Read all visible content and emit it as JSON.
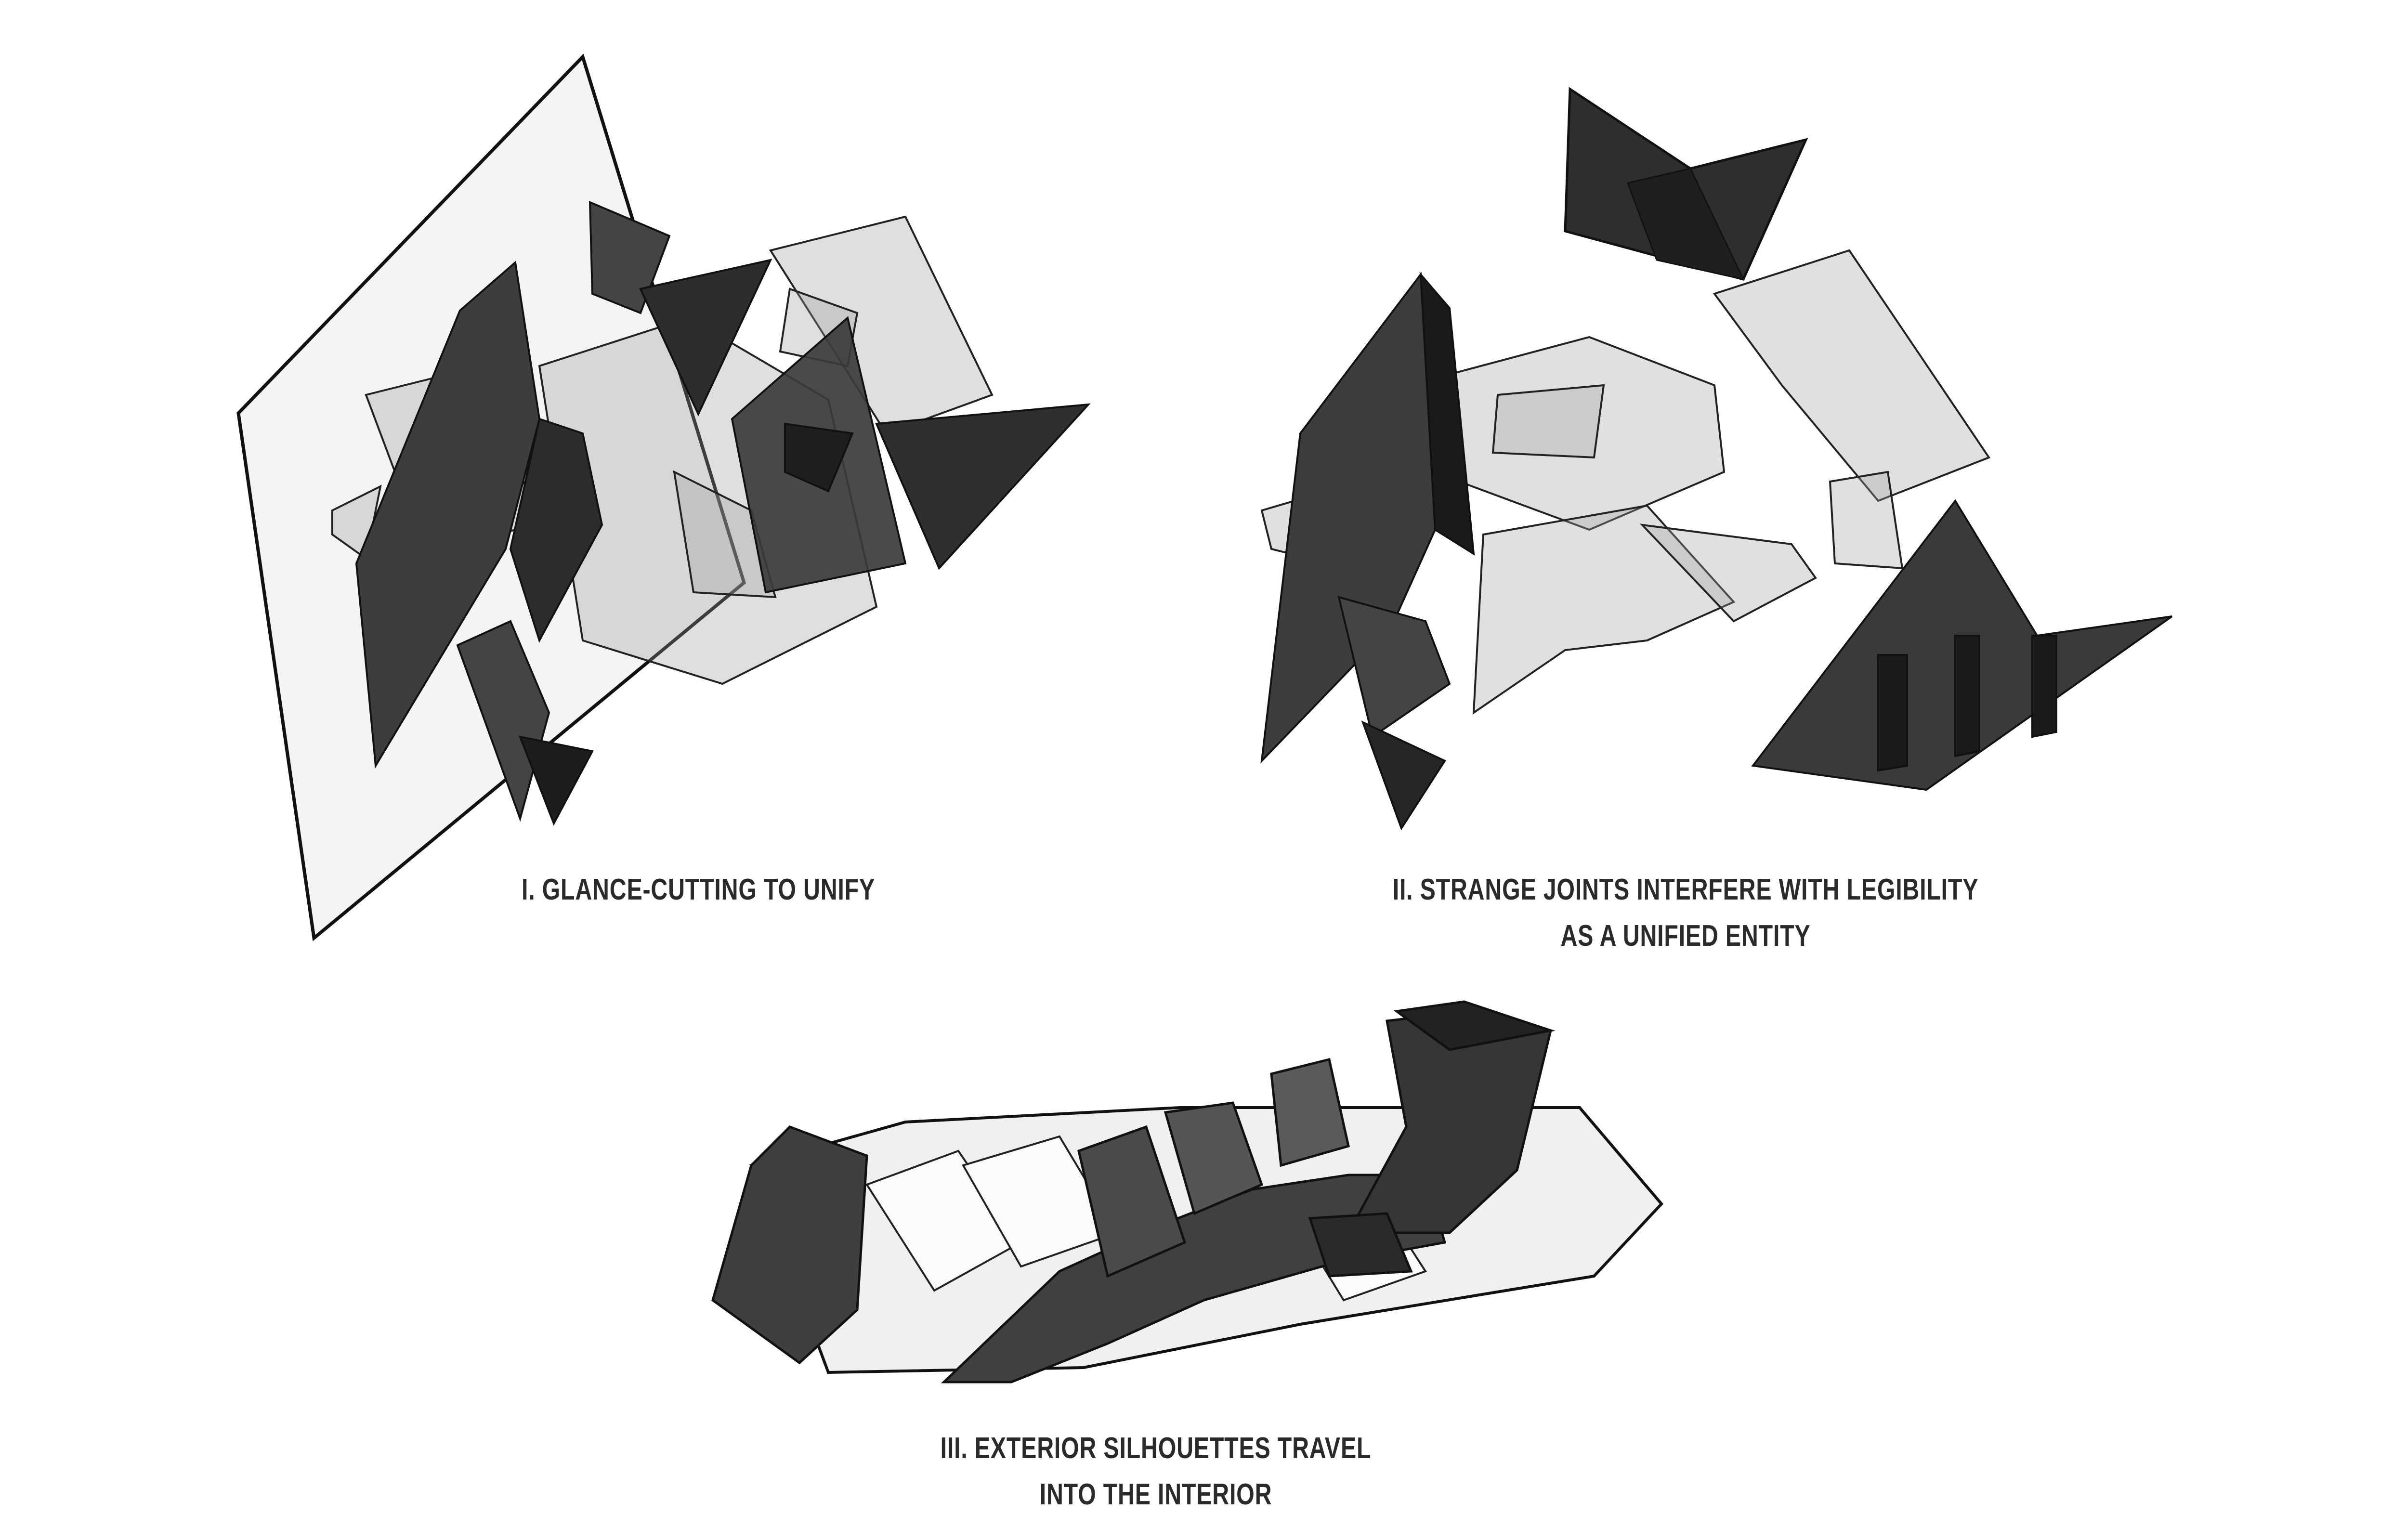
{
  "captions": {
    "one": {
      "lines": [
        "I. GLANCE-CUTTING TO UNIFY"
      ]
    },
    "two": {
      "lines": [
        "II. STRANGE JOINTS INTERFERE WITH LEGIBILITY",
        "AS A UNIFIED ENTITY"
      ]
    },
    "three": {
      "lines": [
        "III. EXTERIOR SILHOUETTES TRAVEL",
        "INTO THE INTERIOR"
      ]
    }
  },
  "colors": {
    "background": "#ffffff",
    "dark_solid": "#3b3b3b",
    "darker_solid": "#1f1f1f",
    "glass": "#9a9a9a",
    "plane": "#f2f2f2",
    "outline": "#111111",
    "caption_text": "#2a2a2a"
  }
}
